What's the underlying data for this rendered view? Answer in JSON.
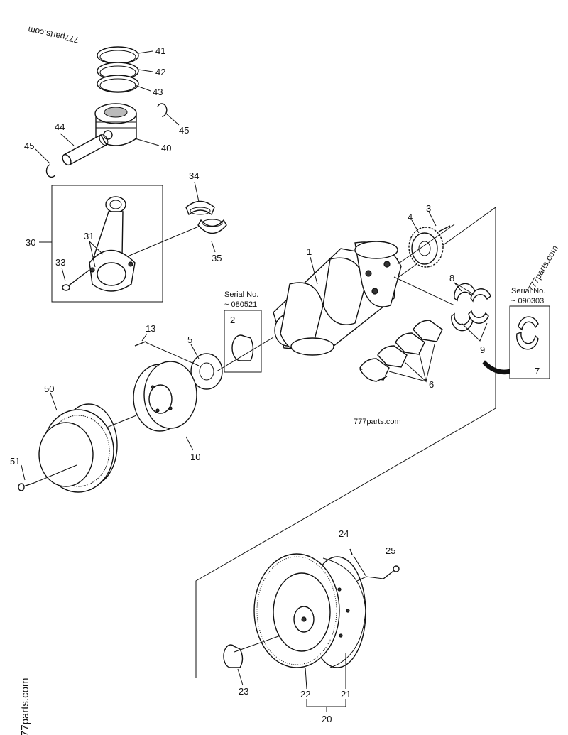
{
  "watermarks": {
    "top": "777parts.com",
    "middle": "777parts.com",
    "right": "777parts.com",
    "bottom_left": "777parts.com"
  },
  "serial_notes": {
    "left_title": "Serial No.",
    "left_value": "~ 080521",
    "right_title": "Serial No.",
    "right_value": "~ 090303"
  },
  "callouts": {
    "p1": "1",
    "p2": "2",
    "p3": "3",
    "p4": "4",
    "p5": "5",
    "p6": "6",
    "p7": "7",
    "p8": "8",
    "p9": "9",
    "p10": "10",
    "p13": "13",
    "p20": "20",
    "p21": "21",
    "p22": "22",
    "p23": "23",
    "p24": "24",
    "p25": "25",
    "p30": "30",
    "p31": "31",
    "p33": "33",
    "p34": "34",
    "p35": "35",
    "p40": "40",
    "p41": "41",
    "p42": "42",
    "p43": "43",
    "p44": "44",
    "p45a": "45",
    "p45b": "45",
    "p50": "50",
    "p51": "51"
  }
}
